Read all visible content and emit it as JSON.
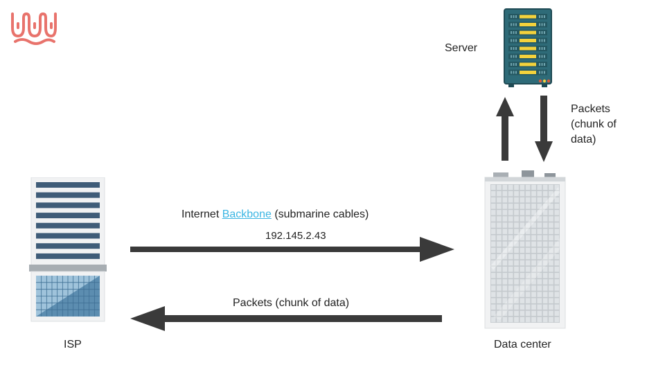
{
  "colors": {
    "arrow": "#3a3a3a",
    "logo": "#e8736c",
    "link": "#3cb6e3",
    "server_body": "#2e6b78",
    "server_slot": "#f4d23c",
    "isp_panel": "#3f5c78",
    "glass": "#5c8db0",
    "grid": "#9aa4ab"
  },
  "logo": {
    "icon": "wave-logo-icon"
  },
  "server": {
    "label": "Server",
    "icon": "server-rack-icon"
  },
  "server_packets": {
    "line1": "Packets",
    "line2": "(chunk of",
    "line3": "data)"
  },
  "backbone": {
    "prefix": "Internet ",
    "link": "Backbone",
    "suffix": " (submarine cables)",
    "ip": "192.145.2.43"
  },
  "return_packets": {
    "label": "Packets (chunk of data)"
  },
  "isp": {
    "label": "ISP",
    "icon": "isp-building-icon"
  },
  "data_center": {
    "label": "Data center",
    "icon": "data-center-building-icon"
  }
}
